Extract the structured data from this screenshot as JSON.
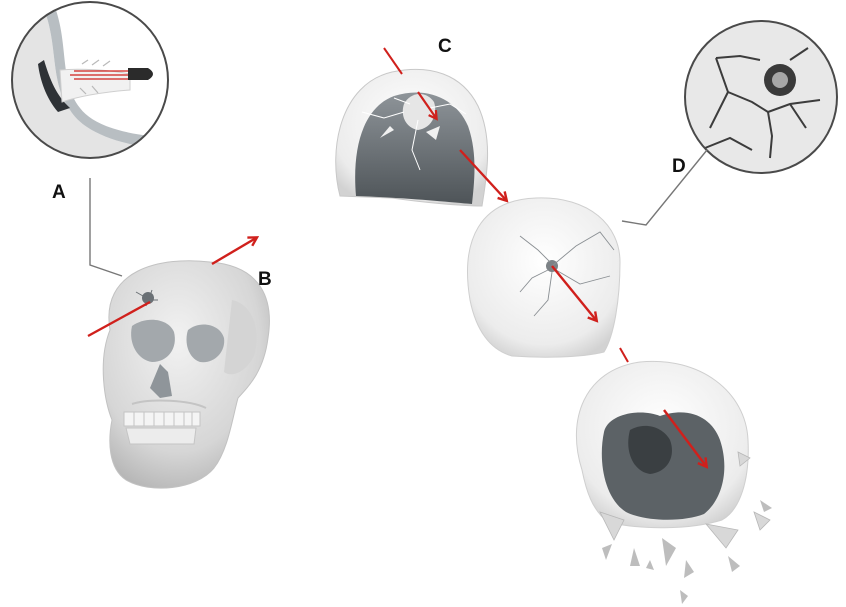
{
  "labels": {
    "a": "A",
    "b": "B",
    "c": "C",
    "d": "D"
  },
  "colors": {
    "arrow": "#d0201c",
    "bone_light": "#ececec",
    "bone_mid": "#c9c9c9",
    "bone_dark": "#8a8f93",
    "cavity": "#555b60",
    "outline": "#4a4a4a",
    "callout_line": "#777777"
  },
  "icons": {
    "a": "bullet-entering-bone-magnifier-icon",
    "b": "skull-with-entry-wound-icon",
    "c": "skull-cutaway-fracture-icon",
    "d": "fracture-crack-magnifier-icon"
  }
}
